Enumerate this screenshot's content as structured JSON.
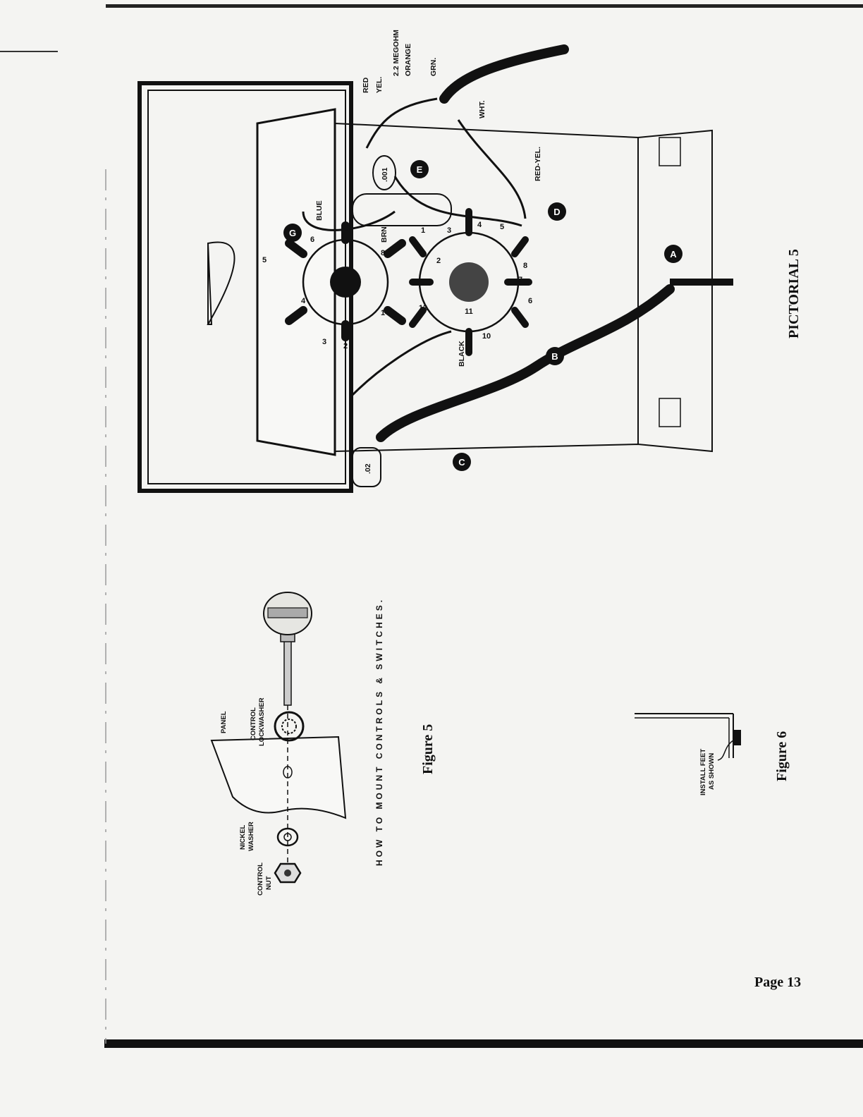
{
  "pictorial": {
    "title": "PICTORIAL 5",
    "wire_labels": {
      "red": "RED",
      "yel": "YEL.",
      "megohm": "2.2 MEGOHM",
      "orange": "ORANGE",
      "grn": "GRN.",
      "wht": "WHT.",
      "red_yel": "RED-YEL.",
      "blue": "BLUE",
      "brn": "BRN.",
      "black": "BLACK"
    },
    "capacitor_labels": {
      "cap_001": ".001",
      "cap_02": ".02"
    },
    "point_labels": [
      "A",
      "B",
      "C",
      "D",
      "E",
      "G"
    ],
    "socket_top_pins": [
      "1",
      "2",
      "3",
      "4",
      "5",
      "6",
      "7",
      "8"
    ],
    "socket_bottom_pins": [
      "1",
      "2",
      "3",
      "4",
      "5",
      "6",
      "7",
      "8",
      "10",
      "11",
      "12"
    ]
  },
  "figure5": {
    "caption": "Figure 5",
    "instruction": "HOW TO MOUNT CONTROLS & SWITCHES.",
    "labels": {
      "panel": "PANEL",
      "control_lockwasher_1": "CONTROL",
      "control_lockwasher_2": "LOCKWASHER",
      "nickel_washer_1": "NICKEL",
      "nickel_washer_2": "WASHER",
      "control_nut_1": "CONTROL",
      "control_nut_2": "NUT"
    }
  },
  "figure6": {
    "caption": "Figure 6",
    "label_1": "INSTALL FEET",
    "label_2": "AS SHOWN"
  },
  "page_number": "Page 13"
}
